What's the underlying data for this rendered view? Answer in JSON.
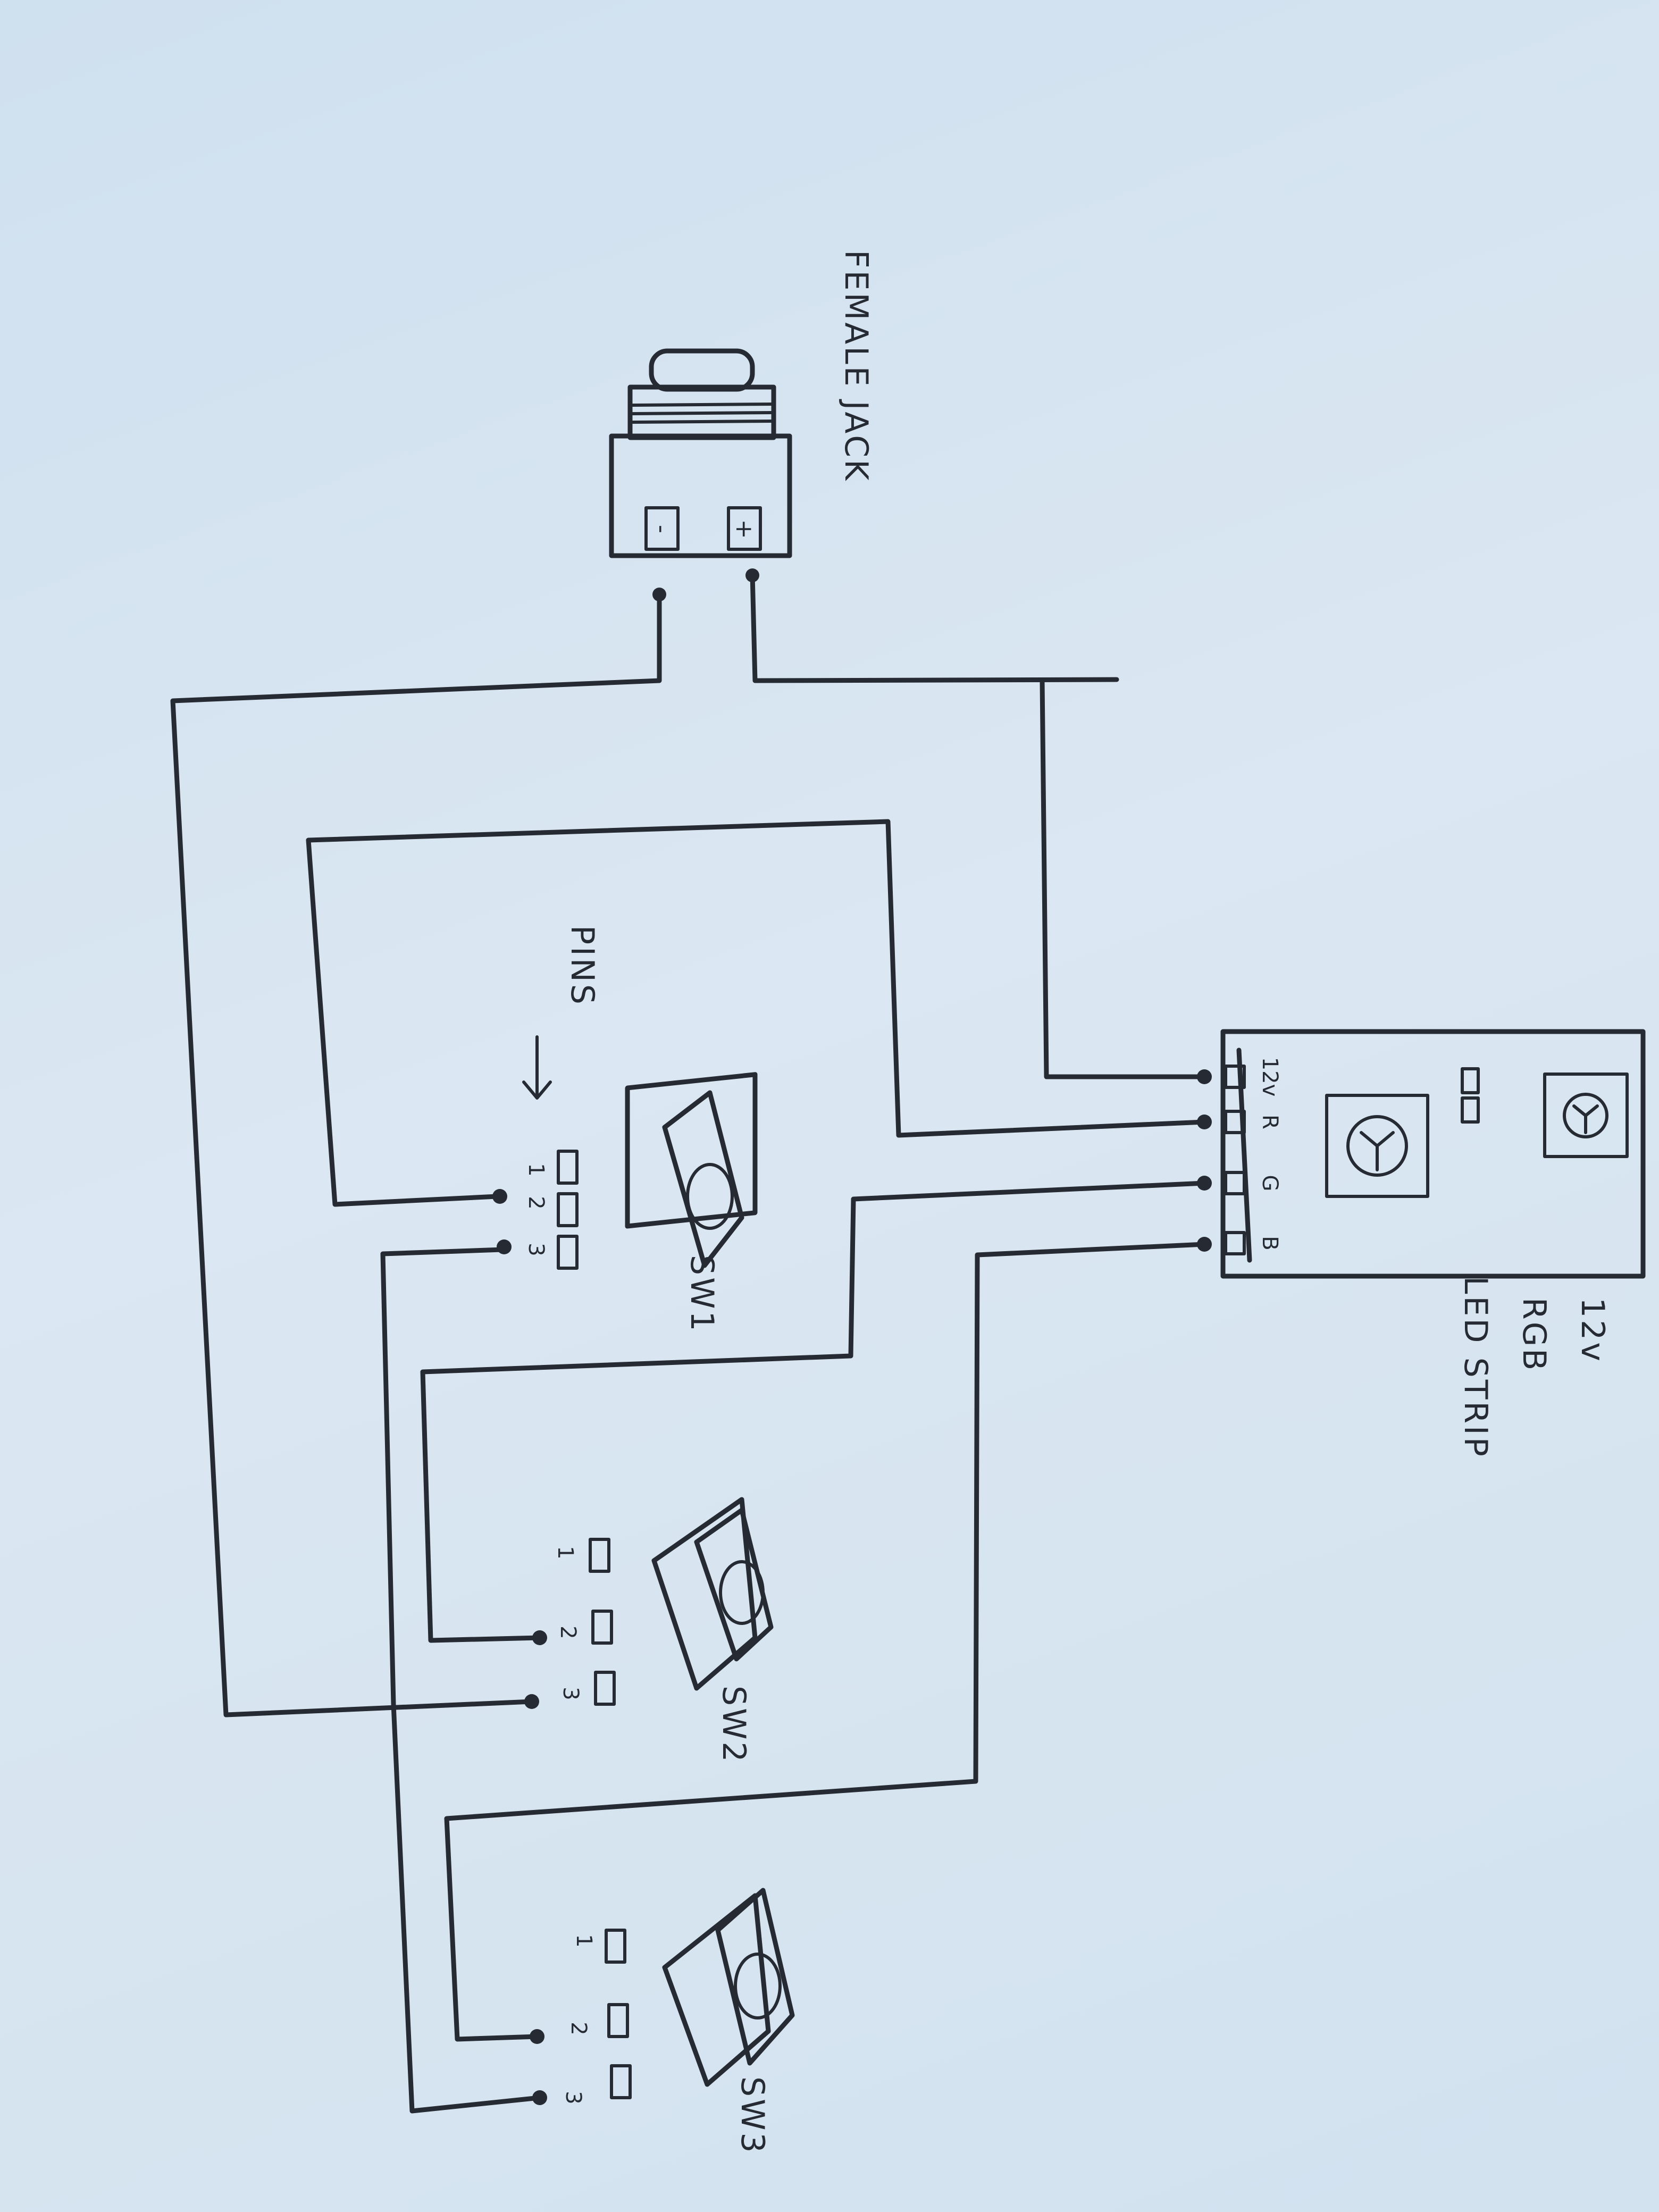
{
  "jack": {
    "label": "FEMALE JACK",
    "minus": "-",
    "plus": "+"
  },
  "strip": {
    "label_voltage": "12v",
    "label_rgb": "RGB",
    "label_strip": "LED STRIP",
    "pins": [
      "12v",
      "R",
      "G",
      "B"
    ]
  },
  "pins_annotation": "PINS",
  "switches": [
    {
      "name": "SW1",
      "pins": [
        "1",
        "2",
        "3"
      ]
    },
    {
      "name": "SW2",
      "pins": [
        "1",
        "2",
        "3"
      ]
    },
    {
      "name": "SW3",
      "pins": [
        "1",
        "2",
        "3"
      ]
    }
  ]
}
